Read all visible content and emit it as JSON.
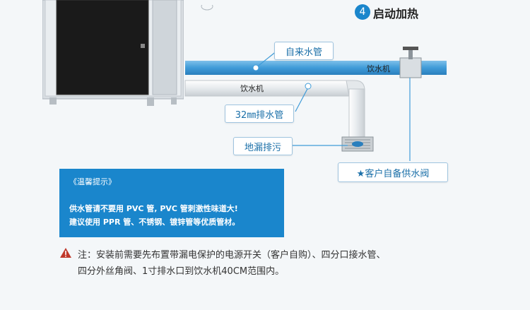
{
  "step": {
    "number": "4",
    "title": "启动加热"
  },
  "labels": {
    "tap_water_pipe": "自来水管",
    "drinking_water_pipe": "饮水机",
    "machine": "饮水机",
    "drain_pipe": "32㎜排水管",
    "floor_drain": "地漏排污",
    "supply_valve": "★客户自备供水阀"
  },
  "tip": {
    "title": "《温馨提示》",
    "line1": "供水管请不要用 PVC 管, PVC 管刺激性味道大!",
    "line2": "建议使用 PPR 管、不锈钢、镀锌管等优质管材。"
  },
  "note": {
    "line1": "注：安装前需要先布置带漏电保护的电源开关（客户自购）、四分口接水管、",
    "line2": "四分外丝角阀、1寸排水口到饮水机40CM范围内。"
  },
  "colors": {
    "accent": "#1a86cc",
    "pipe_blue": "#3f9bd8",
    "warning": "#c0392b"
  }
}
